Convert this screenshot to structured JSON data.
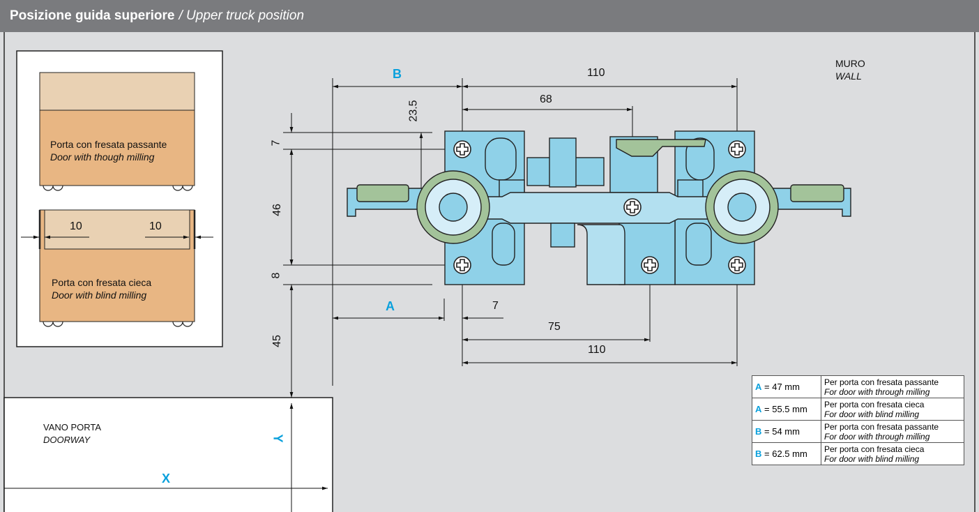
{
  "header": {
    "title": "Posizione guida superiore",
    "subtitle": "/ Upper truck position"
  },
  "door_through": {
    "line1": "Porta con fresata passante",
    "line2": "Door with though milling"
  },
  "door_blind": {
    "line1": "Porta con fresata cieca",
    "line2": "Door with blind milling",
    "dim_left": "10",
    "dim_right": "10"
  },
  "wall": {
    "it": "MURO",
    "en": "WALL"
  },
  "doorway": {
    "it": "VANO PORTA",
    "en": "DOORWAY",
    "x": "X",
    "y": "Y"
  },
  "dims": {
    "B": "B",
    "A": "A",
    "top_110": "110",
    "d68": "68",
    "d23_5": "23.5",
    "d7_left": "7",
    "d46": "46",
    "d8": "8",
    "d45": "45",
    "d7_bottom": "7",
    "d75": "75",
    "bottom_110": "110"
  },
  "spec_table": [
    {
      "letter": "A",
      "eq": "= 47 mm",
      "it": "Per porta con fresata passante",
      "en": "For door with through milling"
    },
    {
      "letter": "A",
      "eq": "= 55.5 mm",
      "it": "Per porta con fresata cieca",
      "en": "For door with blind milling"
    },
    {
      "letter": "B",
      "eq": "= 54 mm",
      "it": "Per porta con fresata passante",
      "en": "For door with through milling"
    },
    {
      "letter": "B",
      "eq": "= 62.5 mm",
      "it": "Per porta con fresata cieca",
      "en": "For door with blind milling"
    }
  ],
  "colors": {
    "header": "#7a7b7e",
    "background": "#dcdddf",
    "plate": "#8fd1e8",
    "roller": "#a3c39a",
    "wood": "#e8b683",
    "wood_light": "#e9d1b3",
    "accent": "#0aa0dc"
  }
}
